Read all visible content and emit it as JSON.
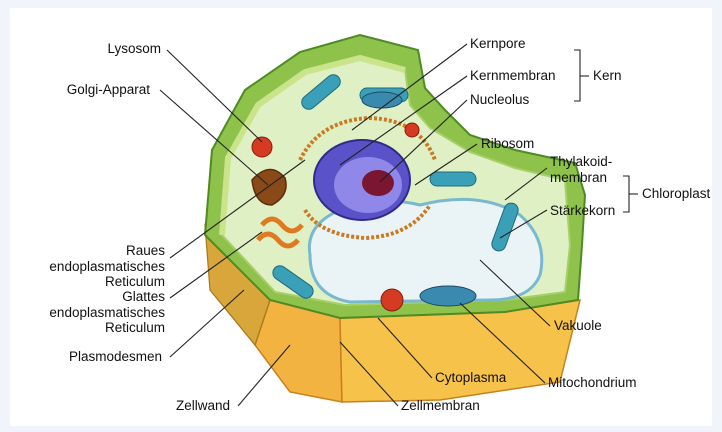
{
  "title": "",
  "labels": {
    "lysosom": "Lysosom",
    "golgi": "Golgi-Apparat",
    "raues_1": "Raues",
    "raues_2": "endoplasmatisches",
    "raues_3": "Reticulum",
    "glattes_1": "Glattes",
    "glattes_2": "endoplasmatisches",
    "glattes_3": "Reticulum",
    "plasmodesmen": "Plasmodesmen",
    "zellwand": "Zellwand",
    "kernpore": "Kernpore",
    "kernmembran": "Kernmembran",
    "kern": "Kern",
    "nucleolus": "Nucleolus",
    "ribosom": "Ribosom",
    "thylakoid_1": "Thylakoid-",
    "thylakoid_2": "membran",
    "chloroplast": "Chloroplast",
    "staerkekorn": "Stärkekorn",
    "vakuole": "Vakuole",
    "cytoplasma": "Cytoplasma",
    "mitochondrium": "Mitochondrium",
    "zellmembran": "Zellmembran"
  },
  "colors": {
    "cell_wall_outer": "#8ec24b",
    "cell_wall_inner": "#c9e48a",
    "cell_wall_cut": "#f3b340",
    "cytoplasm": "#dff0c4",
    "vacuole": "#eaf4f6",
    "nucleus": "#5a52c8",
    "nucleolus": "#7a1630",
    "chloroplast": "#3aa0b8",
    "mitochondrion": "#3a8ab0",
    "lysosome": "#d43b22",
    "golgi": "#8a4a18",
    "er": "#e07a20"
  }
}
